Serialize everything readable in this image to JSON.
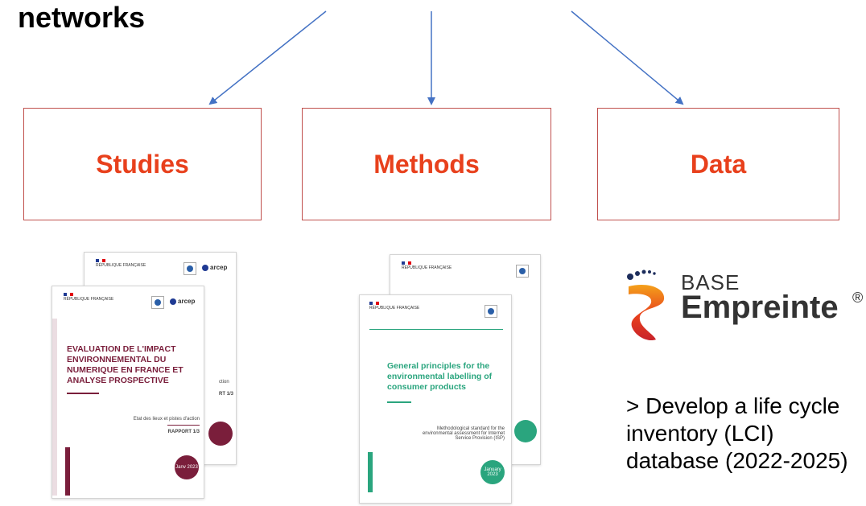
{
  "title": "networks",
  "boxes": {
    "studies": "Studies",
    "methods": "Methods",
    "data": "Data"
  },
  "colors": {
    "box_border": "#c0504d",
    "box_text": "#e8401c",
    "arrow": "#4472c4"
  },
  "studies_doc": {
    "issuer": "RÉPUBLIQUE FRANÇAISE",
    "logo": "arcep",
    "title": "EVALUATION DE L'IMPACT ENVIRONNEMENTAL DU NUMERIQUE EN FRANCE ET ANALYSE PROSPECTIVE",
    "subtitle": "Etat des lieux et pistes d'action",
    "report": "RAPPORT 1/3",
    "back_report": "RT 1/3",
    "back_action": "ction",
    "date": "Janv 2023"
  },
  "methods_doc": {
    "issuer": "RÉPUBLIQUE FRANÇAISE",
    "title": "General principles for the environmental labelling of consumer products",
    "subtitle": "Methodological standard for the environmental assessment for Internet Service Provision (ISP)",
    "date": "January 2023"
  },
  "data_logo": {
    "base": "BASE",
    "empreinte": "Empreinte",
    "reg": "®"
  },
  "description": "> Develop a life cycle inventory (LCI) database (2022-2025)"
}
